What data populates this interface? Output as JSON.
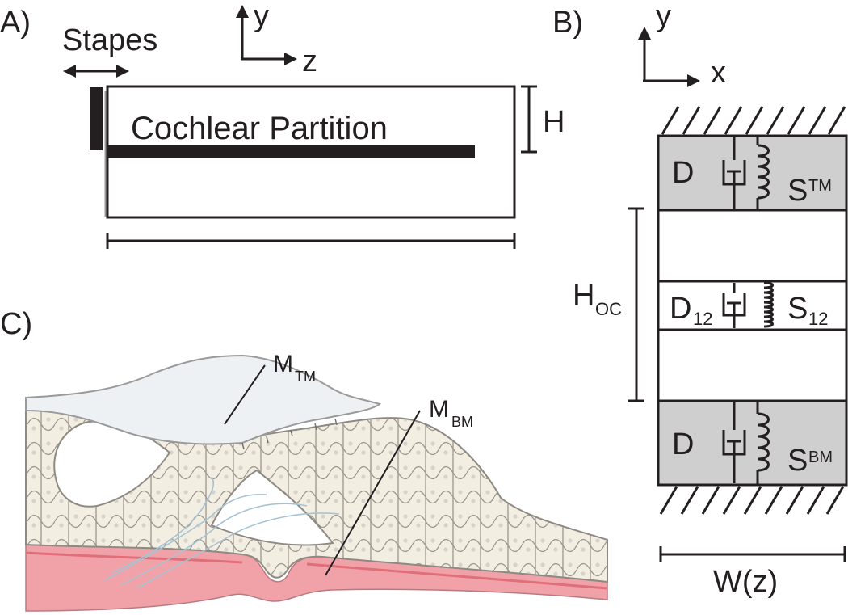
{
  "panel_a": {
    "label": "A)",
    "stapes_label": "Stapes",
    "axis_y": "y",
    "axis_z": "z",
    "partition_label": "Cochlear Partition",
    "height_label": "H"
  },
  "panel_b": {
    "label": "B)",
    "axis_y": "y",
    "axis_x": "x",
    "top_damper": "D",
    "top_spring": "S",
    "top_spring_sub": "TM",
    "mid_damper": "D",
    "mid_damper_sub": "12",
    "mid_spring": "S",
    "mid_spring_sub": "12",
    "bottom_damper": "D",
    "bottom_spring": "S",
    "bottom_spring_sub": "BM",
    "height_label": "H",
    "height_sub": "OC",
    "width_label": "W(z)"
  },
  "panel_c": {
    "label": "C)",
    "mass_tm": "M",
    "mass_tm_sub": "TM",
    "mass_bm": "M",
    "mass_bm_sub": "BM"
  },
  "colors": {
    "ink": "#231f20",
    "block_gray": "#cfcfcf",
    "tissue_pink": "#f1a2a8",
    "tissue_pink_light": "#f8c9cc",
    "cell_cream": "#f3eee2",
    "cell_stroke": "#8e8a83",
    "membrane": "#eef1f3",
    "fiber": "#a7c3d3"
  }
}
